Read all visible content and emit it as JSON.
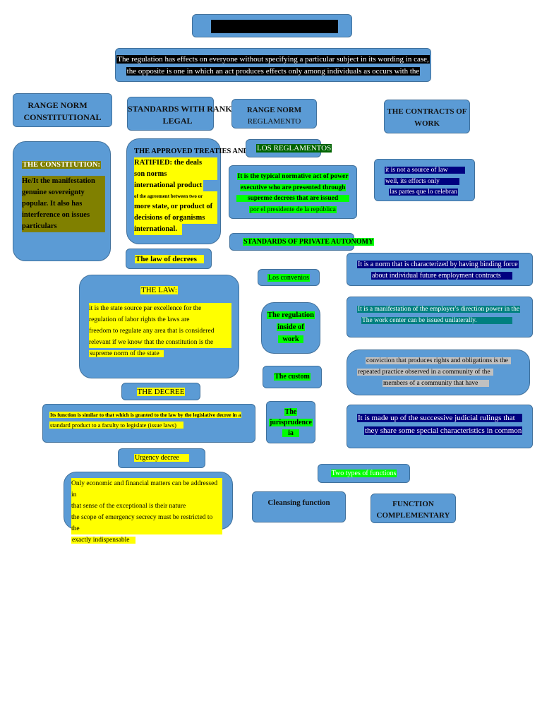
{
  "title_box": {
    "text": ""
  },
  "intro": {
    "line1": "The regulation has effects on everyone without specifying a particular subject in its wording in case,",
    "line2": "the opposite is one in which an act produces effects only among individuals as occurs with the"
  },
  "headers": {
    "constitutional": [
      "RANGE NORM",
      "CONSTITUTIONAL"
    ],
    "legal": [
      "STANDARDS WITH RANK",
      "LEGAL"
    ],
    "reglamento": [
      "RANGE NORM",
      "REGLAMENTO"
    ],
    "contracts": [
      "THE CONTRACTS OF",
      "WORK"
    ]
  },
  "constitution": {
    "title": "THE CONSTITUTION:",
    "lines": [
      "He/It the  manifestation",
      "genuine  sovereignty",
      "popular.  It  also  has",
      "interference on issues",
      "particulars"
    ]
  },
  "treaties": {
    "lines": [
      "THE APPROVED TREATIES AND",
      "RATIFIED:   the   deals",
      "son          norms",
      "international  product",
      "of the agreement between two or",
      "more state, or product of",
      "decisions  of  organisms",
      "international."
    ]
  },
  "reglamentos": {
    "label": "LOS REGLAMENTOS",
    "lines": [
      "It is the typical normative act of power",
      "executive who are presented through",
      "supreme decrees that are issued",
      "por el presidente de la república"
    ]
  },
  "contracts_note": {
    "lines": [
      "it is not a source of law",
      "well, its effects only",
      "las partes que lo celebran"
    ]
  },
  "private_autonomy": {
    "label": "STANDARDS OF PRIVATE AUTONOMY"
  },
  "law_of_decrees": {
    "label": "The law of decrees"
  },
  "convenios": {
    "label": "Los convenios",
    "desc": [
      "It is a norm that is characterized by having binding force",
      "about individual future employment contracts"
    ]
  },
  "the_law": {
    "title": "THE LAW:",
    "lines": [
      "it  is  the  state  source  par  excellence  for  the",
      "regulation of labor rights the laws are",
      "freedom to regulate any area that is considered",
      "relevant  if  we  know  that  the  constitution  is  the",
      "supreme norm of the state"
    ]
  },
  "regulation_inside": {
    "lines": [
      "The regulation",
      "inside of",
      "work"
    ],
    "desc": [
      "It is a manifestation of the employer's direction power in the",
      "The work center can be issued unilaterally."
    ]
  },
  "custom": {
    "label": "The custom",
    "desc": [
      "conviction that produces rights and obligations is the",
      "repeated practice observed in a community of the",
      "members of a community that have"
    ]
  },
  "the_decree": {
    "title": "THE DECREE",
    "desc": [
      "Its function is similar to that which is granted to the law by the legislative decree in a",
      "standard product to a faculty to legislate (issue laws)"
    ]
  },
  "jurisprudence": {
    "lines": [
      "The",
      "jurisprudence",
      "ia"
    ],
    "desc": [
      "It is made up of the successive judicial rulings that",
      "they share some special characteristics in common"
    ]
  },
  "urgency": {
    "title": "Urgency decree",
    "lines": [
      "Only economic and financial matters can be addressed in",
      "that  sense  of  the  exceptional  is  their  nature",
      "the scope of emergency secrecy must be restricted to the",
      "exactly indispensable"
    ]
  },
  "functions": {
    "label": "Two types of functions",
    "cleansing": "Cleansing function",
    "complementary": [
      "FUNCTION",
      "COMPLEMENTARY"
    ]
  }
}
